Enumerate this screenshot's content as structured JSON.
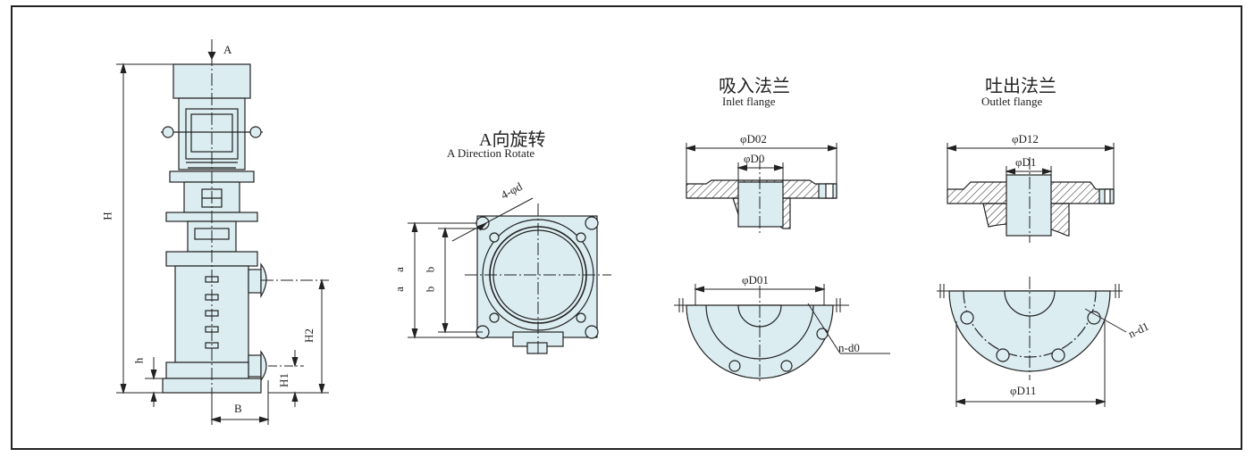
{
  "pump_view": {
    "arrow_label": "A",
    "height_label": "H",
    "h2_label": "H2",
    "h1_label": "H1",
    "h_label": "h",
    "b_label": "B"
  },
  "rotation_view": {
    "title": "A向旋转",
    "subtitle": "A Direction Rotate",
    "bolt_label": "4-φd",
    "a_label_outer": "a",
    "a_label_inner": "a",
    "b_label_outer": "b",
    "b_label_inner": "b"
  },
  "inlet_flange": {
    "title": "吸入法兰",
    "subtitle": "Inlet flange",
    "d02_label": "φD02",
    "d0_label": "φD0",
    "d01_label": "φD01",
    "nd0_label": "n-d0"
  },
  "outlet_flange": {
    "title": "吐出法兰",
    "subtitle": "Outlet flange",
    "d12_label": "φD12",
    "d1_label": "φD1",
    "d11_label": "φD11",
    "nd1_label": "n-d1"
  },
  "colors": {
    "fill": "#dcedf1",
    "line": "#222222"
  }
}
